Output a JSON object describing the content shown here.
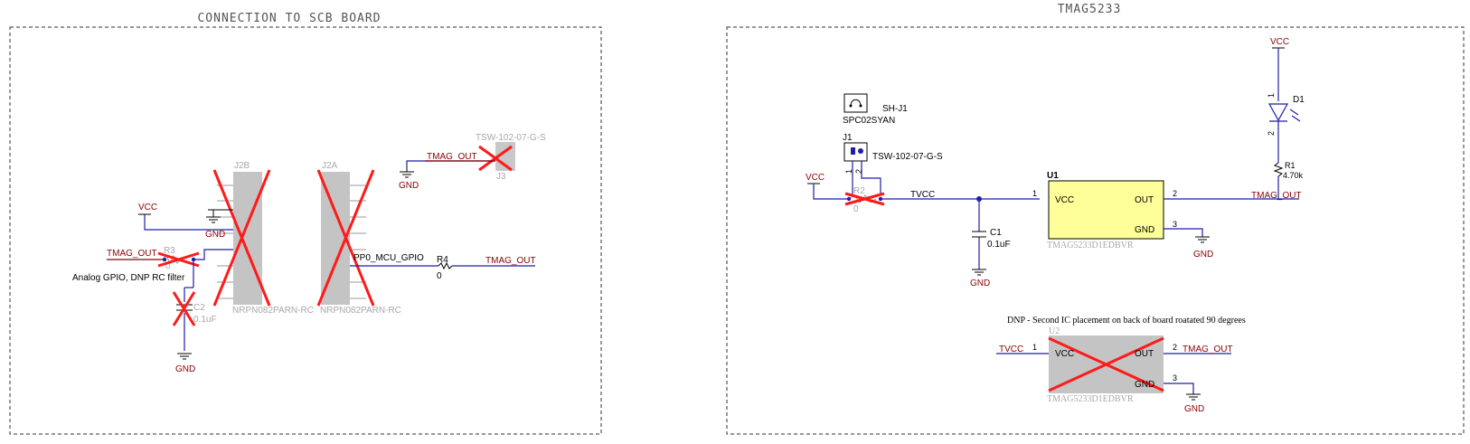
{
  "sections": {
    "left_title": "CONNECTION TO SCB BOARD",
    "right_title": "TMAG5233"
  },
  "nets": {
    "vcc": "VCC",
    "gnd": "GND",
    "tmag_out": "TMAG_OUT",
    "tvcc": "TVCC",
    "pp0": "PP0_MCU_GPIO"
  },
  "left": {
    "j3_part": "TSW-102-07-G-S",
    "j3_ref": "J3",
    "j2b_ref": "J2B",
    "j2a_ref": "J2A",
    "j2b_part": "NRPN082PARN-RC",
    "j2a_part": "NRPN082PARN-RC",
    "r3_ref": "R3",
    "r3_val": "0",
    "r4_ref": "R4",
    "r4_val": "0",
    "c2_ref": "C2",
    "c2_val": "0.1uF",
    "note": "Analog GPIO, DNP RC filter"
  },
  "right": {
    "shj1_ref": "SH-J1",
    "shj1_part": "SPC02SYAN",
    "j1_ref": "J1",
    "j1_part": "TSW-102-07-G-S",
    "j1_pin1": "1",
    "j1_pin2": "2",
    "r2_ref": "R2",
    "r2_val": "0",
    "c1_ref": "C1",
    "c1_val": "0.1uF",
    "u1_ref": "U1",
    "u1_part": "TMAG5233D1EDBVR",
    "u1_vcc": "VCC",
    "u1_out": "OUT",
    "u1_gnd": "GND",
    "pin1": "1",
    "pin2": "2",
    "pin3": "3",
    "d1_ref": "D1",
    "d1_pin1": "1",
    "d1_pin2": "2",
    "r1_ref": "R1",
    "r1_val": "4.70k",
    "dnp_note": "DNP - Second IC placement on back of board roatated 90 degrees",
    "u2_ref": "U2",
    "u2_part": "TMAG5233D1EDBVR",
    "u2_vcc": "VCC",
    "u2_out": "OUT",
    "u2_gnd": "GND"
  }
}
